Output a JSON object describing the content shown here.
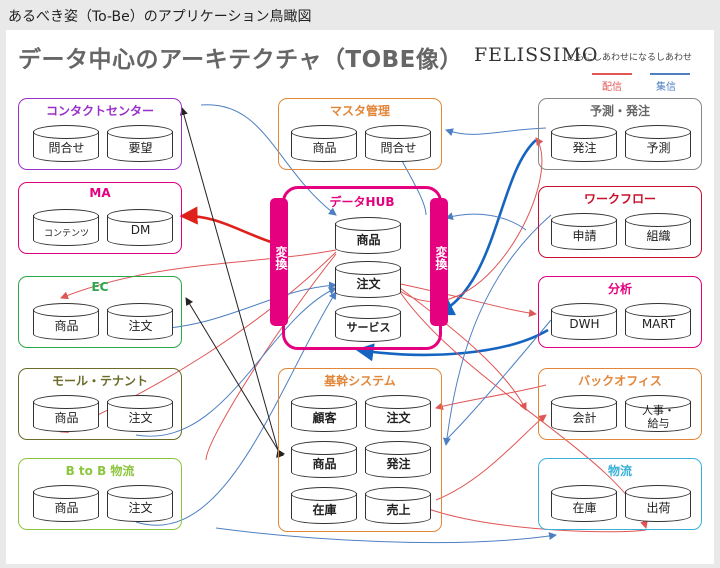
{
  "page_title": "あるべき姿（To-Be）のアプリケーション鳥瞰図",
  "headline": "データ中心のアーキテクチャ（TOBE像）",
  "logo": {
    "brand": "FELISSIMO",
    "tagline": "ともにしあわせになるしあわせ"
  },
  "legend": {
    "outbound": "配信",
    "inbound": "集信",
    "outbound_color": "#e05555",
    "inbound_color": "#4d7fc2"
  },
  "hub": {
    "title": "データHUB",
    "converter_left": "変換",
    "converter_right": "変換",
    "stores": [
      "商品",
      "注文",
      "サービス"
    ],
    "color": "#e4007f"
  },
  "systems": {
    "contact_center": {
      "title": "コンタクトセンター",
      "items": [
        "問合せ",
        "要望"
      ],
      "color": "#9b30c8"
    },
    "ma": {
      "title": "MA",
      "items": [
        "コンテンツ",
        "DM"
      ],
      "color": "#e4007f"
    },
    "ec": {
      "title": "EC",
      "items": [
        "商品",
        "注文"
      ],
      "color": "#2aa84a"
    },
    "mall": {
      "title": "モール・テナント",
      "items": [
        "商品",
        "注文"
      ],
      "color": "#6b6b2a"
    },
    "btob": {
      "title": "B to B 物流",
      "items": [
        "商品",
        "注文"
      ],
      "color": "#8cc63f"
    },
    "master": {
      "title": "マスタ管理",
      "items": [
        "商品",
        "問合せ"
      ],
      "color": "#e2873a"
    },
    "core": {
      "title": "基幹システム",
      "items": [
        "顧客",
        "注文",
        "商品",
        "発注",
        "在庫",
        "売上"
      ],
      "color": "#e2873a"
    },
    "forecast": {
      "title": "予測・発注",
      "items": [
        "発注",
        "予測"
      ],
      "color": "#888888"
    },
    "workflow": {
      "title": "ワークフロー",
      "items": [
        "申請",
        "組織"
      ],
      "color": "#c8102e"
    },
    "analytics": {
      "title": "分析",
      "items": [
        "DWH",
        "MART"
      ],
      "color": "#e4007f"
    },
    "backoffice": {
      "title": "バックオフィス",
      "items": [
        "会計",
        "人事・\n給与"
      ],
      "color": "#e2873a"
    },
    "logistics": {
      "title": "物流",
      "items": [
        "在庫",
        "出荷"
      ],
      "color": "#3ab0d8"
    }
  }
}
